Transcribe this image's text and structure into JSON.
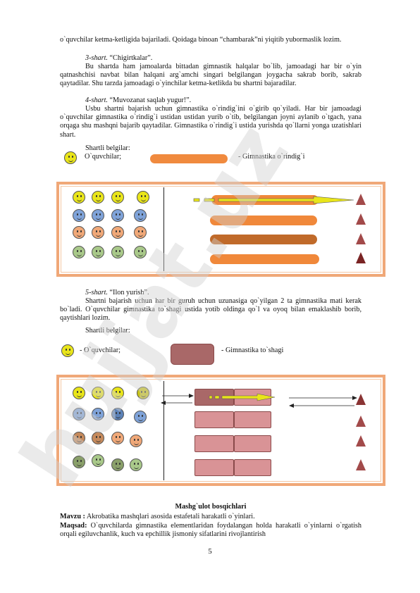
{
  "paragraphs": {
    "p1": "o`quvchilar ketma-ketligida bajariladi. Qoidaga binoan “chambarak”ni yiqitib yubormaslik lozim.",
    "s3_title": "3-shart.",
    "s3_name": " “Chigirtkalar”.",
    "s3_text": "Bu shartda ham jamoalarda bittadan gimnastik halqalar bo`lib, jamoadagi har bir o`yin qatnashchisi navbat bilan halqani arg`amchi singari belgilangan joygacha sakrab borib, sakrab qaytadilar. Shu tarzda jamoadagi o`yinchilar ketma-ketlikda bu shartni bajaradilar.",
    "s4_title": "4-shart.",
    "s4_name": " “Muvozanat saqlab yugur!”.",
    "s4_text": "Usbu shartni bajarish uchun gimnastika o`rindig`ini o`girib qo`yiladi. Har bir jamoadagi o`quvchilar gimnastika o`rindig`i ustidan ustidan yurib o`tib, belgilangan joyni aylanib o`tgach, yana orqaga shu mashqni bajarib qaytadilar. Gimnastika o`rindig`i ustida yurishda qo`llarni yonga uzatishlari shart.",
    "conditions1": "Shartli belgilar:",
    "legend1_student": "O`quvchilar;",
    "legend1_bench": "- Gimnastika  o`rindig`i",
    "s5_title": "5-shart.",
    "s5_name": " “Ilon yurish”.",
    "s5_text": "Shartni bajarish uchun har bir guruh uchun uzunasiga qo`yilgan 2 ta gimnastika mati kerak bo`ladi. O`quvchilar gimnastika to`shagi ustida yotib oldinga qo`l va oyoq bilan emaklashib borib, qaytishlari lozim.",
    "conditions2": "Shartli belgilar:",
    "legend2_student": "- O`quvchilar;",
    "legend2_mat": "- Gimnastika  to`shagi"
  },
  "section": {
    "title": "Mashg`ulot bosqichlari",
    "mavzu_label": "Mavzu :",
    "mavzu_text": " Akrobatika mashqlari asosida estafetali harakatli o`yinlari.",
    "maqsad_label": "Maqsad:",
    "maqsad_text": " O`quvchilarda gimnastika elementlaridan foydalangan holda harakatli o`yinlarni o`rgatish orqali egiluvchanlik, kuch va epchillik jismoniy sifatlarini rivojlantirish"
  },
  "page_number": "5",
  "watermark": "hujjat.uz",
  "colors": {
    "yellow_face": "#e9e51a",
    "blue_face": "#7fa3d9",
    "orange_face": "#f0a878",
    "green_face": "#a9c98a",
    "bench": "#f0883a",
    "mat": "#d99396",
    "cone": "#a24a4a",
    "frame": "#f0a878",
    "watermark": "#d0d0d0"
  },
  "icons": [
    "smiley-face-icon",
    "cone-icon",
    "arrow-icon"
  ]
}
